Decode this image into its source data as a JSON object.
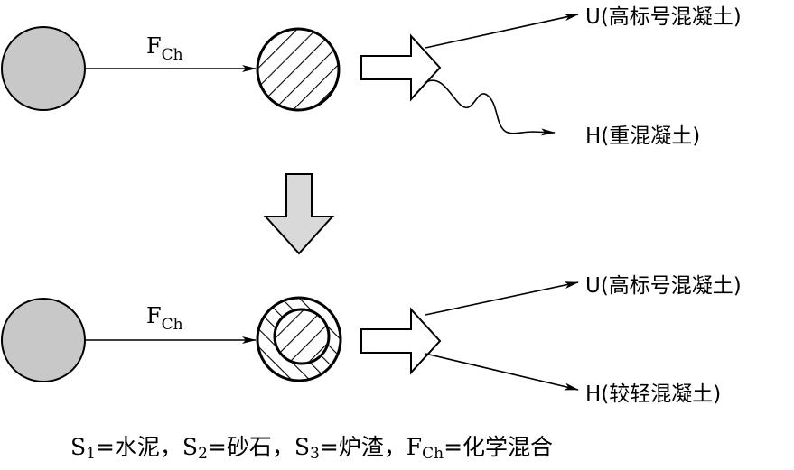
{
  "top_row": {
    "force_label_main": "F",
    "force_label_sub": "Ch",
    "output_upper": "U(高标号混凝土)",
    "output_lower": "H(重混凝土)"
  },
  "bottom_row": {
    "force_label_main": "F",
    "force_label_sub": "Ch",
    "output_upper": "U(高标号混凝土)",
    "output_lower": "H(较轻混凝土)"
  },
  "legend": {
    "s1_main": "S",
    "s1_sub": "1",
    "s1_text": "=水泥，",
    "s2_main": "S",
    "s2_sub": "2",
    "s2_text": "=砂石，",
    "s3_main": "S",
    "s3_sub": "3",
    "s3_text": "=炉渣，",
    "f_main": "F",
    "f_sub": "Ch",
    "f_text": "=化学混合"
  },
  "colors": {
    "substance_fill": "#c8c8c8",
    "down_arrow_fill": "#d9d9d9",
    "stroke": "#000000"
  }
}
